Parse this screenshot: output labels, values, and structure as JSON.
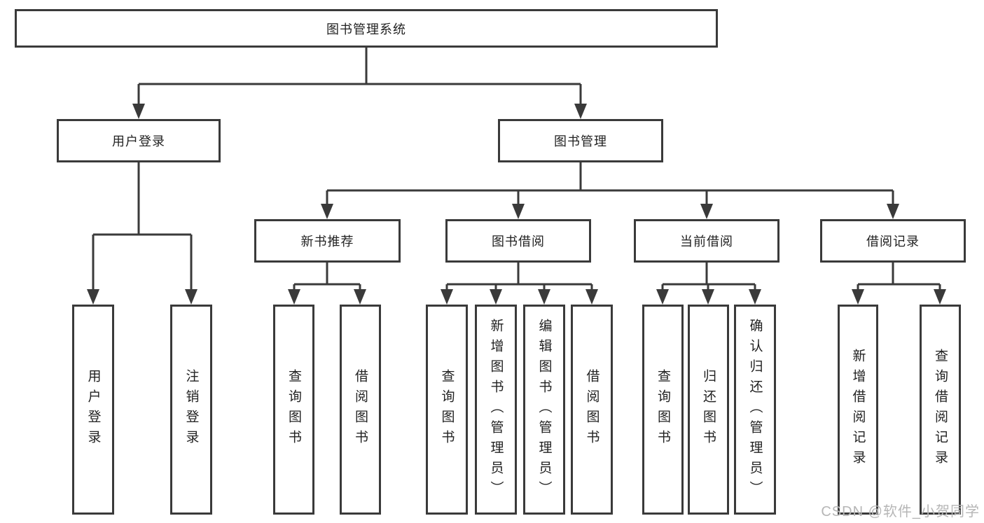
{
  "colors": {
    "line": "#3a3a3a",
    "box_border": "#3a3a3a",
    "text": "#222222",
    "watermark": "#b6b6b6",
    "background": "#ffffff"
  },
  "watermark": {
    "text": "CSDN @软件_小贺同学"
  },
  "tree": {
    "root": {
      "label": "图书管理系统"
    },
    "branches": [
      {
        "label": "用户登录",
        "leaves": [
          {
            "label": "用户登录"
          },
          {
            "label": "注销登录"
          }
        ]
      },
      {
        "label": "图书管理",
        "groups": [
          {
            "label": "新书推荐",
            "leaves": [
              {
                "label": "查询图书"
              },
              {
                "label": "借阅图书"
              }
            ]
          },
          {
            "label": "图书借阅",
            "leaves": [
              {
                "label": "查询图书"
              },
              {
                "label": "新增图书（管理员）"
              },
              {
                "label": "编辑图书（管理员）"
              },
              {
                "label": "借阅图书"
              }
            ]
          },
          {
            "label": "当前借阅",
            "leaves": [
              {
                "label": "查询图书"
              },
              {
                "label": "归还图书"
              },
              {
                "label": "确认归还（管理员）"
              }
            ]
          },
          {
            "label": "借阅记录",
            "leaves": [
              {
                "label": "新增借阅记录"
              },
              {
                "label": "查询借阅记录"
              }
            ]
          }
        ]
      }
    ]
  }
}
